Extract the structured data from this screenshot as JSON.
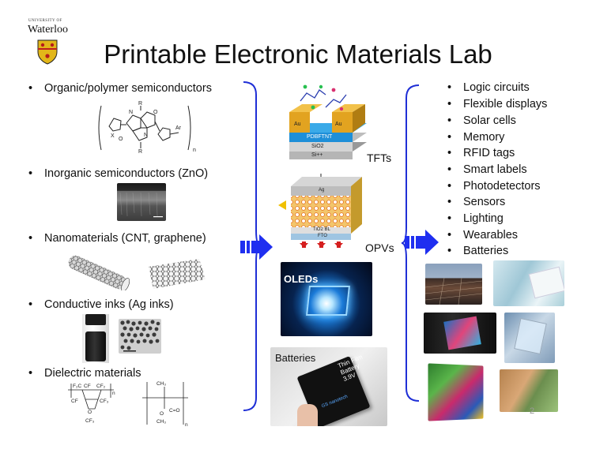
{
  "logo": {
    "line1": "UNIVERSITY OF",
    "line2": "Waterloo"
  },
  "title": "Printable Electronic Materials Lab",
  "materials": [
    {
      "label": "Organic/polymer semiconductors"
    },
    {
      "label": "Inorganic semiconductors (ZnO)"
    },
    {
      "label": "Nanomaterials (CNT, graphene)"
    },
    {
      "label": "Conductive inks (Ag inks)"
    },
    {
      "label": "Dielectric materials"
    }
  ],
  "devices": {
    "tft_label": "TFTs",
    "tft_layers": {
      "au_left": "Au",
      "au_right": "Au",
      "semi": "PDBFTNT",
      "dielectric": "SiO2",
      "substrate": "Si++"
    },
    "opv_label": "OPVs",
    "opv_layers": {
      "top": "Ag",
      "mid": "TiO2 BL",
      "bottom": "FTO"
    },
    "oled_label": "OLEDs",
    "battery_label": "Batteries",
    "battery_text": {
      "line1": "Thin Film",
      "line2": "Battery",
      "line3": "3.9V",
      "brand": "GS nanotech"
    }
  },
  "applications": [
    "Logic circuits",
    "Flexible displays",
    "Solar cells",
    "Memory",
    "RFID tags",
    "Smart labels",
    "Photodetectors",
    "Sensors",
    "Lighting",
    "Wearables",
    "Batteries"
  ],
  "slide_number": "2",
  "colors": {
    "bracket": "#1f2fd6",
    "arrow": "#1f2ff0"
  }
}
